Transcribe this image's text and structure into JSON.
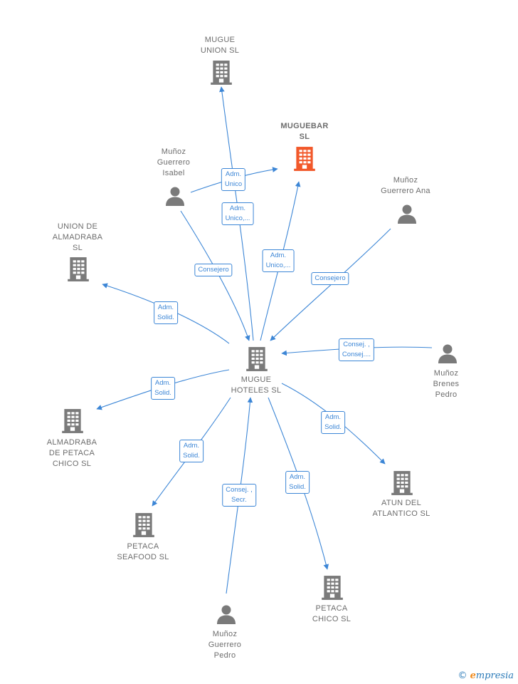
{
  "colors": {
    "edge": "#3c86d6",
    "node": "#7a7a7a",
    "highlight": "#f2582a"
  },
  "nodes": [
    {
      "id": "mugue-hoteles",
      "type": "company",
      "lines": [
        "MUGUE",
        "HOTELES  SL"
      ]
    },
    {
      "id": "mugue-union",
      "type": "company",
      "lines": [
        "MUGUE",
        "UNION  SL"
      ]
    },
    {
      "id": "muguebar",
      "type": "company",
      "highlight": true,
      "lines": [
        "MUGUEBAR",
        "SL"
      ]
    },
    {
      "id": "munoz-guerrero-isabel",
      "type": "person",
      "lines": [
        "Muñoz",
        "Guerrero",
        "Isabel"
      ]
    },
    {
      "id": "munoz-guerrero-ana",
      "type": "person",
      "lines": [
        "Muñoz",
        "Guerrero Ana"
      ]
    },
    {
      "id": "union-de-almadraba",
      "type": "company",
      "lines": [
        "UNION DE",
        "ALMADRABA",
        "SL"
      ]
    },
    {
      "id": "munoz-brenes-pedro",
      "type": "person",
      "lines": [
        "Muñoz",
        "Brenes",
        "Pedro"
      ]
    },
    {
      "id": "almadraba-de-petaca",
      "type": "company",
      "lines": [
        "ALMADRABA",
        "DE PETACA",
        "CHICO  SL"
      ]
    },
    {
      "id": "atun-del-atlantico",
      "type": "company",
      "lines": [
        "ATUN DEL",
        "ATLANTICO SL"
      ]
    },
    {
      "id": "petaca-seafood",
      "type": "company",
      "lines": [
        "PETACA",
        "SEAFOOD  SL"
      ]
    },
    {
      "id": "petaca-chico",
      "type": "company",
      "lines": [
        "PETACA",
        "CHICO SL"
      ]
    },
    {
      "id": "munoz-guerrero-pedro",
      "type": "person",
      "lines": [
        "Muñoz",
        "Guerrero",
        "Pedro"
      ]
    }
  ],
  "edges": [
    {
      "id": "e-union",
      "lines": [
        "Adm.",
        "Unico,..."
      ]
    },
    {
      "id": "e-isabel-muguebar",
      "lines": [
        "Adm.",
        "Unico"
      ]
    },
    {
      "id": "e-isabel-hoteles",
      "lines": [
        "Consejero"
      ]
    },
    {
      "id": "e-muguebar",
      "lines": [
        "Adm.",
        "Unico,..."
      ]
    },
    {
      "id": "e-ana",
      "lines": [
        "Consejero"
      ]
    },
    {
      "id": "e-union-almadraba",
      "lines": [
        "Adm.",
        "Solid."
      ]
    },
    {
      "id": "e-brenes",
      "lines": [
        "Consej. ,",
        "Consej...."
      ]
    },
    {
      "id": "e-almadraba-petaca",
      "lines": [
        "Adm.",
        "Solid."
      ]
    },
    {
      "id": "e-atun",
      "lines": [
        "Adm.",
        "Solid."
      ]
    },
    {
      "id": "e-seafood",
      "lines": [
        "Adm.",
        "Solid."
      ]
    },
    {
      "id": "e-guerrero-pedro",
      "lines": [
        "Consej. ,",
        "Secr."
      ]
    },
    {
      "id": "e-petaca-chico",
      "lines": [
        "Adm.",
        "Solid."
      ]
    }
  ],
  "logo": {
    "copyright": "©",
    "initial": "e",
    "text": "mpresia"
  }
}
